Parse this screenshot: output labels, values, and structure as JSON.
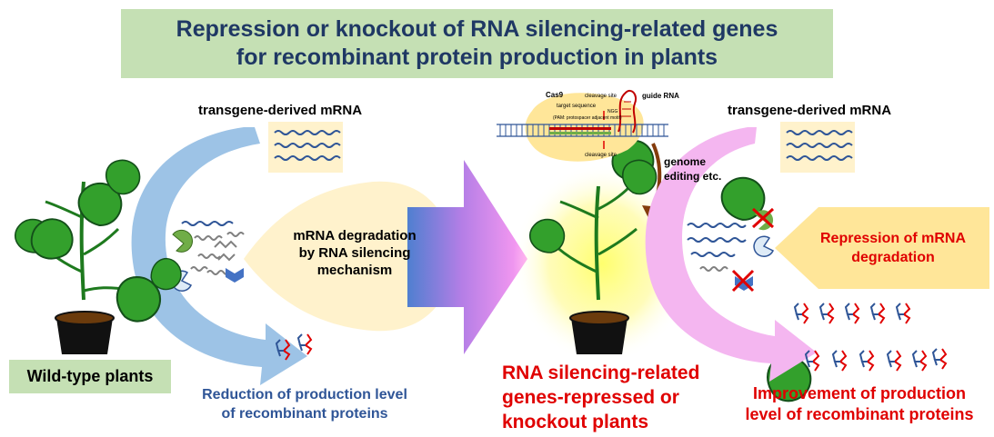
{
  "title": {
    "line1": "Repression or knockout of RNA silencing-related genes",
    "line2": "for recombinant protein production in plants"
  },
  "left_panel": {
    "mrna_label": "transgene-derived mRNA",
    "degradation_line1": "mRNA degradation",
    "degradation_line2": "by RNA silencing",
    "degradation_line3": "mechanism",
    "plant_label": "Wild-type plants",
    "result_line1": "Reduction of production level",
    "result_line2": "of recombinant proteins"
  },
  "cas9_inset": {
    "cas9_label": "Cas9",
    "cleavage_top": "cleavage site",
    "cleavage_bottom": "cleavage site",
    "target_sequence": "target sequence",
    "pam_label": "(PAM: protospacer adjacent motif)",
    "ngg": "NGG",
    "guide_rna": "guide RNA",
    "genome_editing_line1": "genome",
    "genome_editing_line2": "editing etc."
  },
  "right_panel": {
    "mrna_label": "transgene-derived mRNA",
    "repression_line1": "Repression of mRNA",
    "repression_line2": "degradation",
    "plant_line1": "RNA silencing-related",
    "plant_line2": "genes-repressed or",
    "plant_line3": "knockout plants",
    "result_line1": "Improvement of production",
    "result_line2": "level of recombinant proteins"
  },
  "colors": {
    "title_bg": "#c5e0b4",
    "title_text": "#1f3864",
    "dark_blue_text": "#2f5597",
    "red_text": "#e00000",
    "blue_arrow": "#9dc3e6",
    "pink_arrow": "#f4b6f0",
    "callout_bg": "#fff2cc",
    "plant_green": "#2e9e2e",
    "pot": "#111111"
  }
}
